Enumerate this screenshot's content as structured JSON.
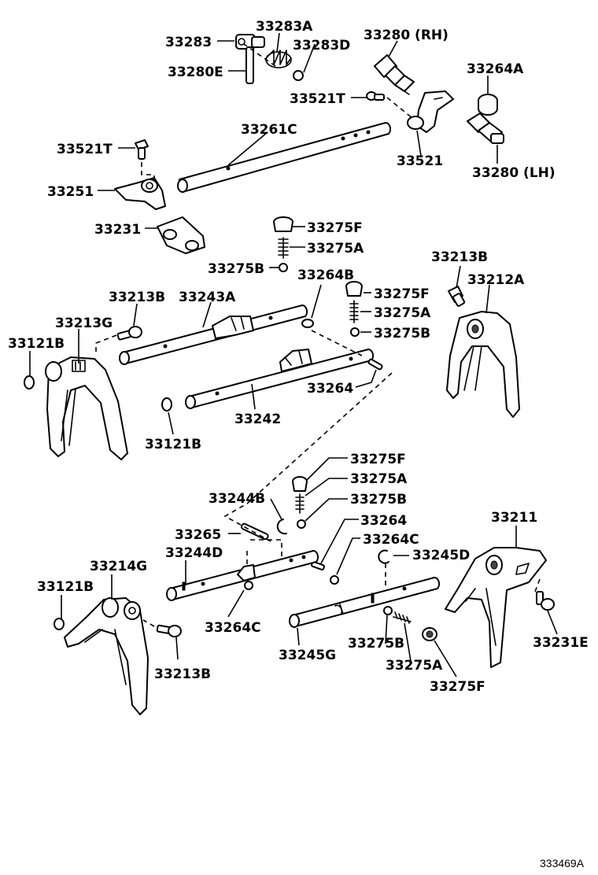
{
  "labels": {
    "l_33283": "33283",
    "l_33283A": "33283A",
    "l_33283D": "33283D",
    "l_33280E": "33280E",
    "l_33280RH": "33280 (RH)",
    "l_33264A": "33264A",
    "l_33521T_top": "33521T",
    "l_33261C": "33261C",
    "l_33521": "33521",
    "l_33280LH": "33280 (LH)",
    "l_33521T_left": "33521T",
    "l_33251": "33251",
    "l_33231": "33231",
    "l_33275F_1": "33275F",
    "l_33275A_1": "33275A",
    "l_33275B_1": "33275B",
    "l_33264B": "33264B",
    "l_33213B_right": "33213B",
    "l_33212A": "33212A",
    "l_33275F_2": "33275F",
    "l_33275A_2": "33275A",
    "l_33275B_2": "33275B",
    "l_33213B_mid": "33213B",
    "l_33243A": "33243A",
    "l_33213G": "33213G",
    "l_33121B_1": "33121B",
    "l_33264_1": "33264",
    "l_33242": "33242",
    "l_33121B_2": "33121B",
    "l_33275F_3": "33275F",
    "l_33275A_3": "33275A",
    "l_33244B": "33244B",
    "l_33275B_3": "33275B",
    "l_33264_2": "33264",
    "l_33211": "33211",
    "l_33265": "33265",
    "l_33264C_1": "33264C",
    "l_33244D": "33244D",
    "l_33245D": "33245D",
    "l_33214G": "33214G",
    "l_33121B_3": "33121B",
    "l_33264C_2": "33264C",
    "l_33231E": "33231E",
    "l_33245G": "33245G",
    "l_33275B_4": "33275B",
    "l_33213B_bottom": "33213B",
    "l_33275A_4": "33275A",
    "l_33275F_4": "33275F"
  },
  "catalog_number": "333469A"
}
